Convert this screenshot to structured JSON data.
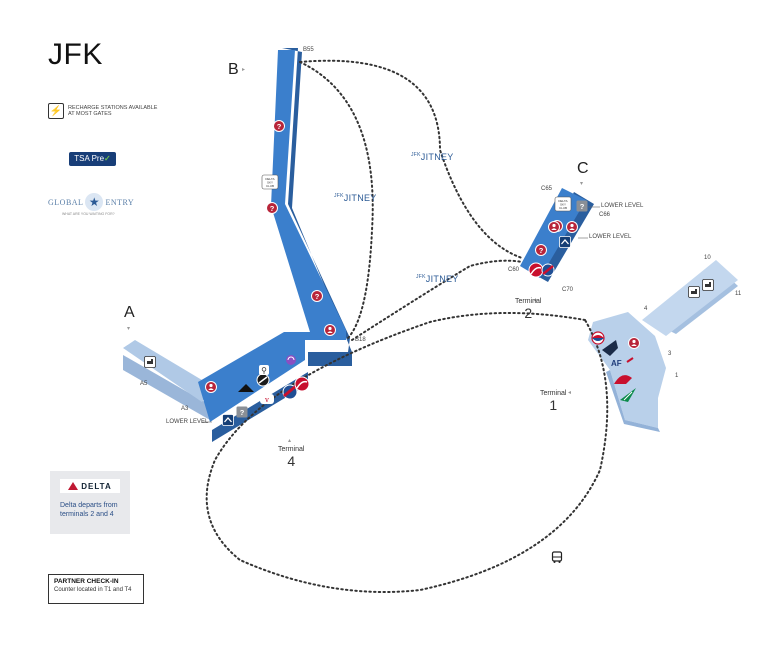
{
  "title": "JFK",
  "recharge": {
    "icon": "lightning-bolt-icon",
    "text": "RECHARGE STATIONS AVAILABLE AT MOST GATES"
  },
  "tsa": {
    "label": "TSA Pre",
    "mark": "✓"
  },
  "global_entry": {
    "label_left": "GLOBAL",
    "label_right": "ENTRY",
    "tagline": "WHAT ARE YOU WAITING FOR?"
  },
  "delta_box": {
    "logo": "DELTA",
    "text": "Delta departs from terminals 2 and 4"
  },
  "partner_box": {
    "heading": "PARTNER CHECK-IN",
    "text": "Counter located in T1 and T4"
  },
  "concourses": {
    "a": "A",
    "b": "B",
    "c": "C"
  },
  "gates": {
    "b55": "B55",
    "b18": "B18",
    "a5": "A5",
    "a3": "A3",
    "c65": "C65",
    "c66": "C66",
    "c60": "C60",
    "c70": "C70",
    "t1_10": "10",
    "t1_11": "11",
    "t1_4": "4",
    "t1_3": "3",
    "t1_1": "1"
  },
  "lower_level": {
    "t4": "LOWER LEVEL",
    "c_top": "LOWER LEVEL",
    "c_mid": "LOWER LEVEL"
  },
  "terminals": {
    "t1": {
      "label": "Terminal",
      "number": "1"
    },
    "t2": {
      "label": "Terminal",
      "number": "2"
    },
    "t4": {
      "label": "Terminal",
      "number": "4"
    }
  },
  "jitney": {
    "brand": "JFK",
    "label": "JITNEY"
  },
  "colors": {
    "concourse": "#3b7fcc",
    "concourse_side": "#2a5e9e",
    "terminal1": "#b9d0ea",
    "marker": "#b8253a",
    "route": "#333333"
  },
  "icons": [
    "info-icon",
    "help-icon",
    "delta-sky-club-icon",
    "tsa-icon",
    "lounge-icon",
    "restroom-icon",
    "airline-logo-icon",
    "bus-icon"
  ]
}
